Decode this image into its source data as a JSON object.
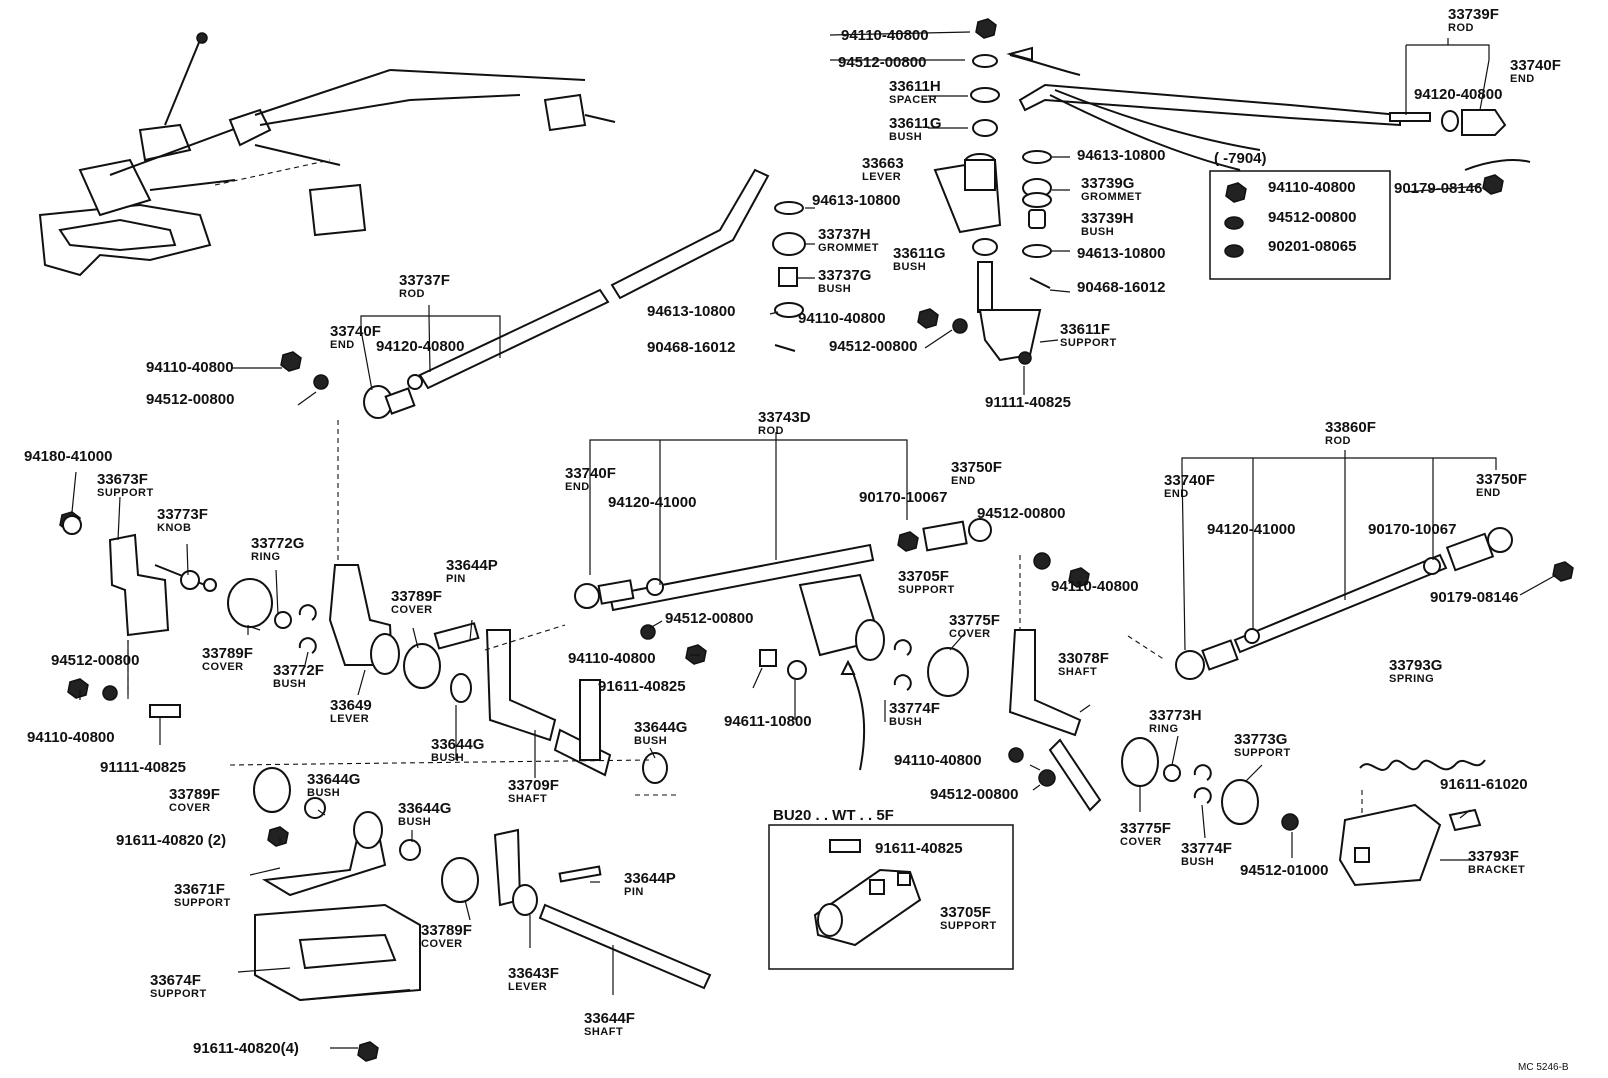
{
  "diagram_code": "MC 5246-B",
  "inset_variant": "BU20 . . WT . . 5F",
  "date_note": "(      -7904)",
  "callouts": [
    {
      "id": "c1",
      "part": "94110-40800",
      "name": ""
    },
    {
      "id": "c2",
      "part": "94512-00800",
      "name": ""
    },
    {
      "id": "c3",
      "part": "33611H",
      "name": "SPACER"
    },
    {
      "id": "c4",
      "part": "33611G",
      "name": "BUSH"
    },
    {
      "id": "c5",
      "part": "33663",
      "name": "LEVER"
    },
    {
      "id": "c6",
      "part": "94613-10800",
      "name": ""
    },
    {
      "id": "c7",
      "part": "33739G",
      "name": "GROMMET"
    },
    {
      "id": "c8",
      "part": "33739H",
      "name": "BUSH"
    },
    {
      "id": "c9",
      "part": "94613-10800",
      "name": ""
    },
    {
      "id": "c10",
      "part": "90468-16012",
      "name": ""
    },
    {
      "id": "c11",
      "part": "33611G",
      "name": "BUSH"
    },
    {
      "id": "c12",
      "part": "33611F",
      "name": "SUPPORT"
    },
    {
      "id": "c13",
      "part": "91111-40825",
      "name": ""
    },
    {
      "id": "c14",
      "part": "94613-10800",
      "name": ""
    },
    {
      "id": "c15",
      "part": "33737H",
      "name": "GROMMET"
    },
    {
      "id": "c16",
      "part": "33737G",
      "name": "BUSH"
    },
    {
      "id": "c17",
      "part": "94613-10800",
      "name": ""
    },
    {
      "id": "c18",
      "part": "94110-40800",
      "name": ""
    },
    {
      "id": "c19",
      "part": "94512-00800",
      "name": ""
    },
    {
      "id": "c20",
      "part": "90468-16012",
      "name": ""
    },
    {
      "id": "c21",
      "part": "33739F",
      "name": "ROD"
    },
    {
      "id": "c22",
      "part": "33740F",
      "name": "END"
    },
    {
      "id": "c23",
      "part": "94120-40800",
      "name": ""
    },
    {
      "id": "c24",
      "part": "90179-08146",
      "name": ""
    },
    {
      "id": "c25",
      "part": "94110-40800",
      "name": ""
    },
    {
      "id": "c26",
      "part": "94512-00800",
      "name": ""
    },
    {
      "id": "c27",
      "part": "90201-08065",
      "name": ""
    },
    {
      "id": "c28",
      "part": "33737F",
      "name": "ROD"
    },
    {
      "id": "c29",
      "part": "33740F",
      "name": "END"
    },
    {
      "id": "c30",
      "part": "94120-40800",
      "name": ""
    },
    {
      "id": "c31",
      "part": "94110-40800",
      "name": ""
    },
    {
      "id": "c32",
      "part": "94512-00800",
      "name": ""
    },
    {
      "id": "c33",
      "part": "33743D",
      "name": "ROD"
    },
    {
      "id": "c34",
      "part": "33740F",
      "name": "END"
    },
    {
      "id": "c35",
      "part": "94120-41000",
      "name": ""
    },
    {
      "id": "c36",
      "part": "90170-10067",
      "name": ""
    },
    {
      "id": "c37",
      "part": "33750F",
      "name": "END"
    },
    {
      "id": "c38",
      "part": "94512-00800",
      "name": ""
    },
    {
      "id": "c39",
      "part": "94110-40800",
      "name": ""
    },
    {
      "id": "c40",
      "part": "33860F",
      "name": "ROD"
    },
    {
      "id": "c41",
      "part": "33740F",
      "name": "END"
    },
    {
      "id": "c42",
      "part": "94120-41000",
      "name": ""
    },
    {
      "id": "c43",
      "part": "90170-10067",
      "name": ""
    },
    {
      "id": "c44",
      "part": "33750F",
      "name": "END"
    },
    {
      "id": "c45",
      "part": "90179-08146",
      "name": ""
    },
    {
      "id": "c46",
      "part": "94180-41000",
      "name": ""
    },
    {
      "id": "c47",
      "part": "33673F",
      "name": "SUPPORT"
    },
    {
      "id": "c48",
      "part": "33773F",
      "name": "KNOB"
    },
    {
      "id": "c49",
      "part": "33772G",
      "name": "RING"
    },
    {
      "id": "c50",
      "part": "33644P",
      "name": "PIN"
    },
    {
      "id": "c51",
      "part": "33789F",
      "name": "COVER"
    },
    {
      "id": "c52",
      "part": "33789F",
      "name": "COVER"
    },
    {
      "id": "c53",
      "part": "33772F",
      "name": "BUSH"
    },
    {
      "id": "c54",
      "part": "33649",
      "name": "LEVER"
    },
    {
      "id": "c55",
      "part": "94512-00800",
      "name": ""
    },
    {
      "id": "c56",
      "part": "94110-40800",
      "name": ""
    },
    {
      "id": "c57",
      "part": "91111-40825",
      "name": ""
    },
    {
      "id": "c58",
      "part": "94512-00800",
      "name": ""
    },
    {
      "id": "c59",
      "part": "94110-40800",
      "name": ""
    },
    {
      "id": "c60",
      "part": "91611-40825",
      "name": ""
    },
    {
      "id": "c61",
      "part": "94611-10800",
      "name": ""
    },
    {
      "id": "c62",
      "part": "33705F",
      "name": "SUPPORT"
    },
    {
      "id": "c63",
      "part": "33775F",
      "name": "COVER"
    },
    {
      "id": "c64",
      "part": "33774F",
      "name": "BUSH"
    },
    {
      "id": "c65",
      "part": "33078F",
      "name": "SHAFT"
    },
    {
      "id": "c66",
      "part": "33644G",
      "name": "BUSH"
    },
    {
      "id": "c67",
      "part": "33709F",
      "name": "SHAFT"
    },
    {
      "id": "c68",
      "part": "33644G",
      "name": "BUSH"
    },
    {
      "id": "c69",
      "part": "33789F",
      "name": "COVER"
    },
    {
      "id": "c70",
      "part": "33644G",
      "name": "BUSH"
    },
    {
      "id": "c71",
      "part": "91611-40820 (2)",
      "name": ""
    },
    {
      "id": "c72",
      "part": "33671F",
      "name": "SUPPORT"
    },
    {
      "id": "c73",
      "part": "33644G",
      "name": "BUSH"
    },
    {
      "id": "c74",
      "part": "33789F",
      "name": "COVER"
    },
    {
      "id": "c75",
      "part": "33674F",
      "name": "SUPPORT"
    },
    {
      "id": "c76",
      "part": "91611-40820(4)",
      "name": ""
    },
    {
      "id": "c77",
      "part": "33643F",
      "name": "LEVER"
    },
    {
      "id": "c78",
      "part": "33644P",
      "name": "PIN"
    },
    {
      "id": "c79",
      "part": "33644F",
      "name": "SHAFT"
    },
    {
      "id": "c80",
      "part": "94110-40800",
      "name": ""
    },
    {
      "id": "c81",
      "part": "94512-00800",
      "name": ""
    },
    {
      "id": "c82",
      "part": "33773H",
      "name": "RING"
    },
    {
      "id": "c83",
      "part": "33773G",
      "name": "SUPPORT"
    },
    {
      "id": "c84",
      "part": "33775F",
      "name": "COVER"
    },
    {
      "id": "c85",
      "part": "33774F",
      "name": "BUSH"
    },
    {
      "id": "c86",
      "part": "94512-01000",
      "name": ""
    },
    {
      "id": "c87",
      "part": "33793G",
      "name": "SPRING"
    },
    {
      "id": "c88",
      "part": "91611-61020",
      "name": ""
    },
    {
      "id": "c89",
      "part": "33793F",
      "name": "BRACKET"
    },
    {
      "id": "c90",
      "part": "91611-40825",
      "name": ""
    },
    {
      "id": "c91",
      "part": "33705F",
      "name": "SUPPORT"
    }
  ]
}
